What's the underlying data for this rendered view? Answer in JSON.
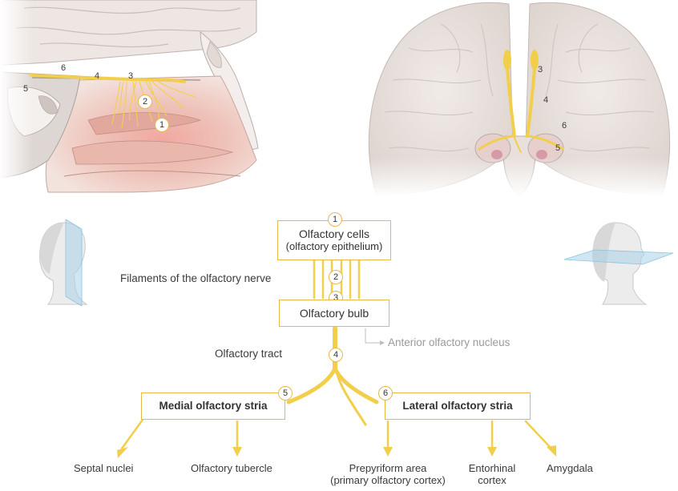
{
  "diagram": {
    "top_left_numbers": [
      "5",
      "6",
      "4",
      "3",
      "2",
      "1"
    ],
    "top_right_numbers": [
      "3",
      "4",
      "6",
      "5"
    ],
    "flow": {
      "n1": "1",
      "box1_line1": "Olfactory cells",
      "box1_line2": "(olfactory epithelium)",
      "n2": "2",
      "filaments_label": "Filaments of the olfactory nerve",
      "n3": "3",
      "box3": "Olfactory bulb",
      "anterior_label": "Anterior olfactory nucleus",
      "n4": "4",
      "tract_label": "Olfactory tract",
      "n5": "5",
      "medial_stria": "Medial olfactory stria",
      "n6": "6",
      "lateral_stria": "Lateral olfactory stria",
      "targets": {
        "septal": "Septal nuclei",
        "tubercle": "Olfactory tubercle",
        "prepyriform_l1": "Prepyriform area",
        "prepyriform_l2": "(primary olfactory cortex)",
        "entorhinal_l1": "Entorhinal",
        "entorhinal_l2": "cortex",
        "amygdala": "Amygdala"
      }
    }
  },
  "colors": {
    "nerve_yellow": "#f2cf4a",
    "box_border": "#e8b948",
    "brain_fill": "#ebe4e0",
    "nasal_pink": "#e8b2a6",
    "plane_blue": "#a9d4ea"
  }
}
